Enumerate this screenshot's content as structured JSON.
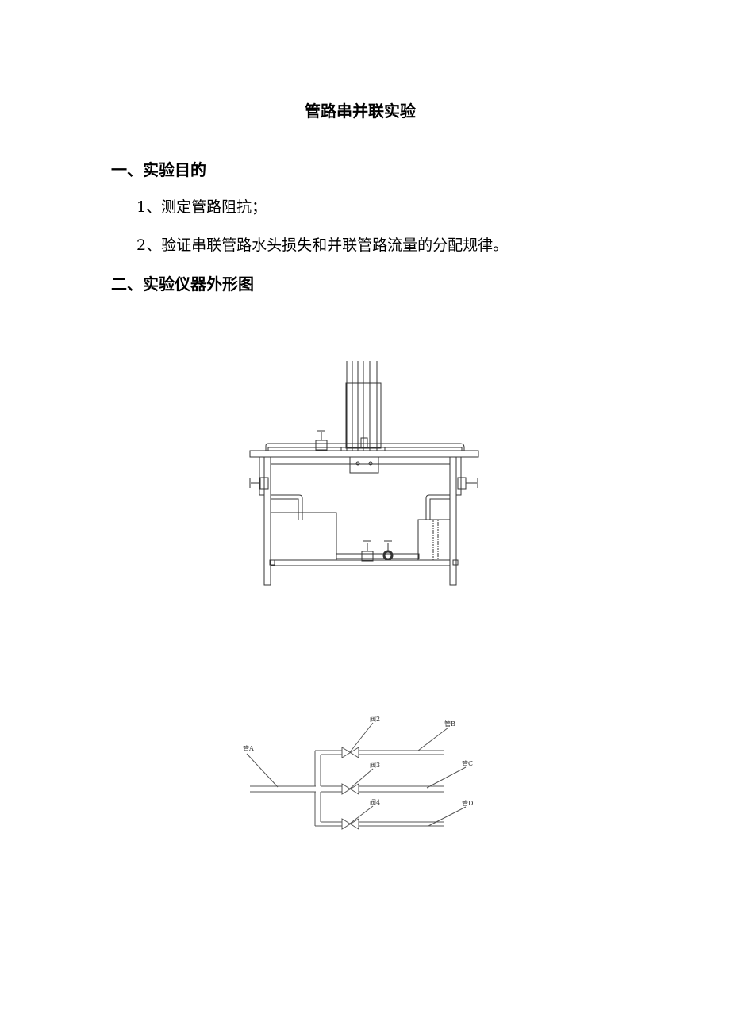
{
  "title": "管路串并联实验",
  "section1": {
    "heading": "一、实验目的",
    "items": [
      "1、测定管路阻抗；",
      "2、验证串联管路水头损失和并联管路流量的分配规律。"
    ]
  },
  "section2": {
    "heading": "二、实验仪器外形图"
  },
  "diagram": {
    "pipe_a": "管A",
    "pipe_b": "管B",
    "pipe_c": "管C",
    "pipe_d": "管D",
    "valve2": "阀2",
    "valve3": "阀3",
    "valve4": "阀4"
  }
}
